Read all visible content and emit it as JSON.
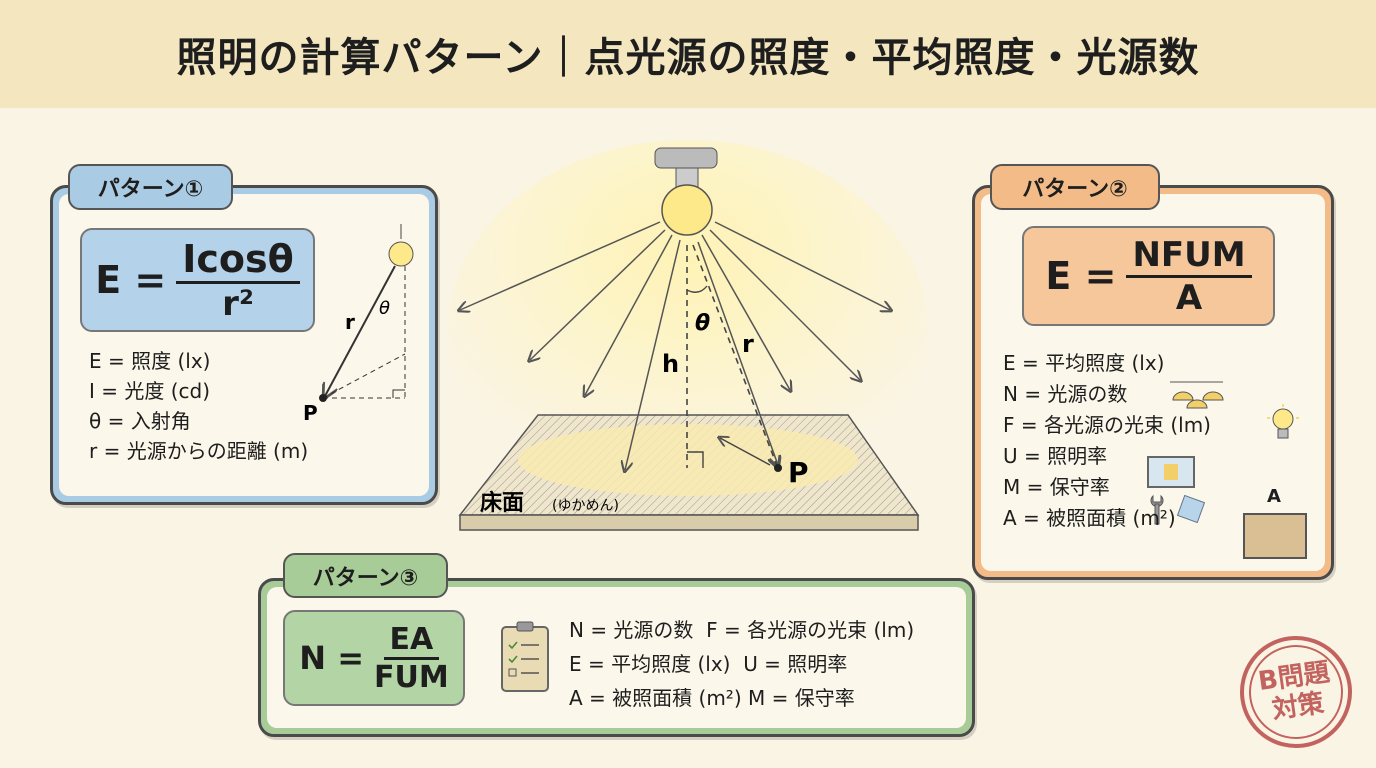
{
  "header": {
    "title": "照明の計算パターン｜点光源の照度・平均照度・光源数"
  },
  "pattern1": {
    "tab": "パターン①",
    "formula": {
      "lhs": "E =",
      "numerator": "Icosθ",
      "denominator": "r²"
    },
    "definitions": [
      "E = 照度 (lx)",
      "I = 光度 (cd)",
      "θ = 入射角",
      "r = 光源からの距離 (m)"
    ],
    "diagram": {
      "r": "r",
      "theta": "θ",
      "point": "P"
    }
  },
  "pattern2": {
    "tab": "パターン②",
    "formula": {
      "lhs": "E =",
      "numerator": "NFUM",
      "denominator": "A"
    },
    "definitions": [
      "E = 平均照度 (lx)",
      "N = 光源の数",
      "F = 各光源の光束 (lm)",
      "U = 照明率",
      "M = 保守率",
      "A = 被照面積 (m²)"
    ],
    "area_label": "A"
  },
  "pattern3": {
    "tab": "パターン③",
    "formula": {
      "lhs": "N =",
      "numerator": "EA",
      "denominator": "FUM"
    },
    "definitions": [
      [
        "N = 光源の数",
        "F = 各光源の光束 (lm)"
      ],
      [
        "E = 平均照度 (lx)",
        "U = 照明率"
      ],
      [
        "A = 被照面積 (m²)",
        "M = 保守率"
      ]
    ]
  },
  "center": {
    "h": "h",
    "theta": "θ",
    "r": "r",
    "point": "P",
    "floor": "床面",
    "floor_reading": "(ゆかめん)"
  },
  "stamp": {
    "line1": "B問題",
    "line2": "対策"
  },
  "colors": {
    "blue": "#a9cbe3",
    "orange": "#f2bb87",
    "green": "#a8cc98",
    "stamp": "#b94a48"
  }
}
